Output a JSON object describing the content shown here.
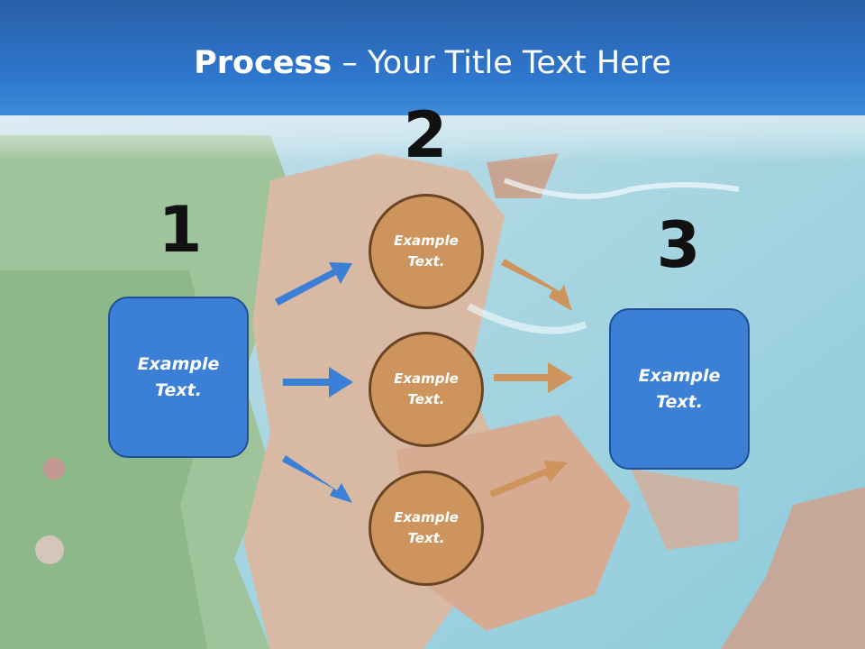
{
  "title": {
    "bold": "Process",
    "rest": " – Your Title Text Here"
  },
  "steps": {
    "one": {
      "number": "1",
      "text": "Example Text."
    },
    "two": {
      "number": "2",
      "items": [
        "Example Text.",
        "Example Text.",
        "Example Text."
      ]
    },
    "three": {
      "number": "3",
      "text": "Example Text."
    }
  },
  "colors": {
    "blue": "#3b7fd6",
    "tan": "#cd955d",
    "header": "#2e6fc0"
  }
}
